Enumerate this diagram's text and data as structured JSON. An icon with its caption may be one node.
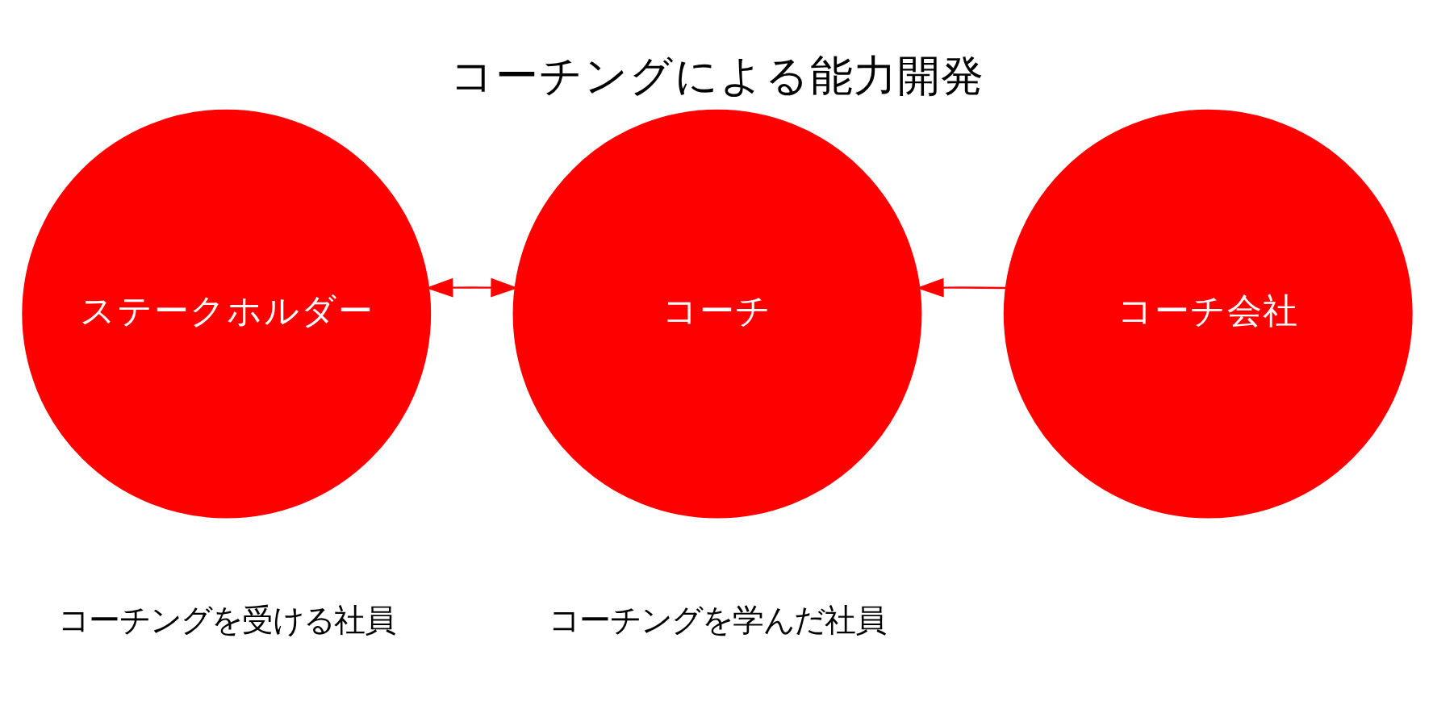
{
  "diagram": {
    "title": "コーチングによる能力開発",
    "nodes": [
      {
        "text": [
          "ステークホルダー"
        ],
        "beside": [
          "コーチングを受ける社員"
        ]
      },
      {
        "text": [
          "コーチ"
        ],
        "beside": [
          "コーチングを学んだ社員"
        ]
      },
      {
        "text": [
          "コーチ会社"
        ]
      }
    ],
    "edges": [
      {
        "from": 0,
        "to": 1,
        "arrow": "both"
      },
      {
        "from": 2,
        "to": 1,
        "arrow": "to"
      }
    ]
  }
}
